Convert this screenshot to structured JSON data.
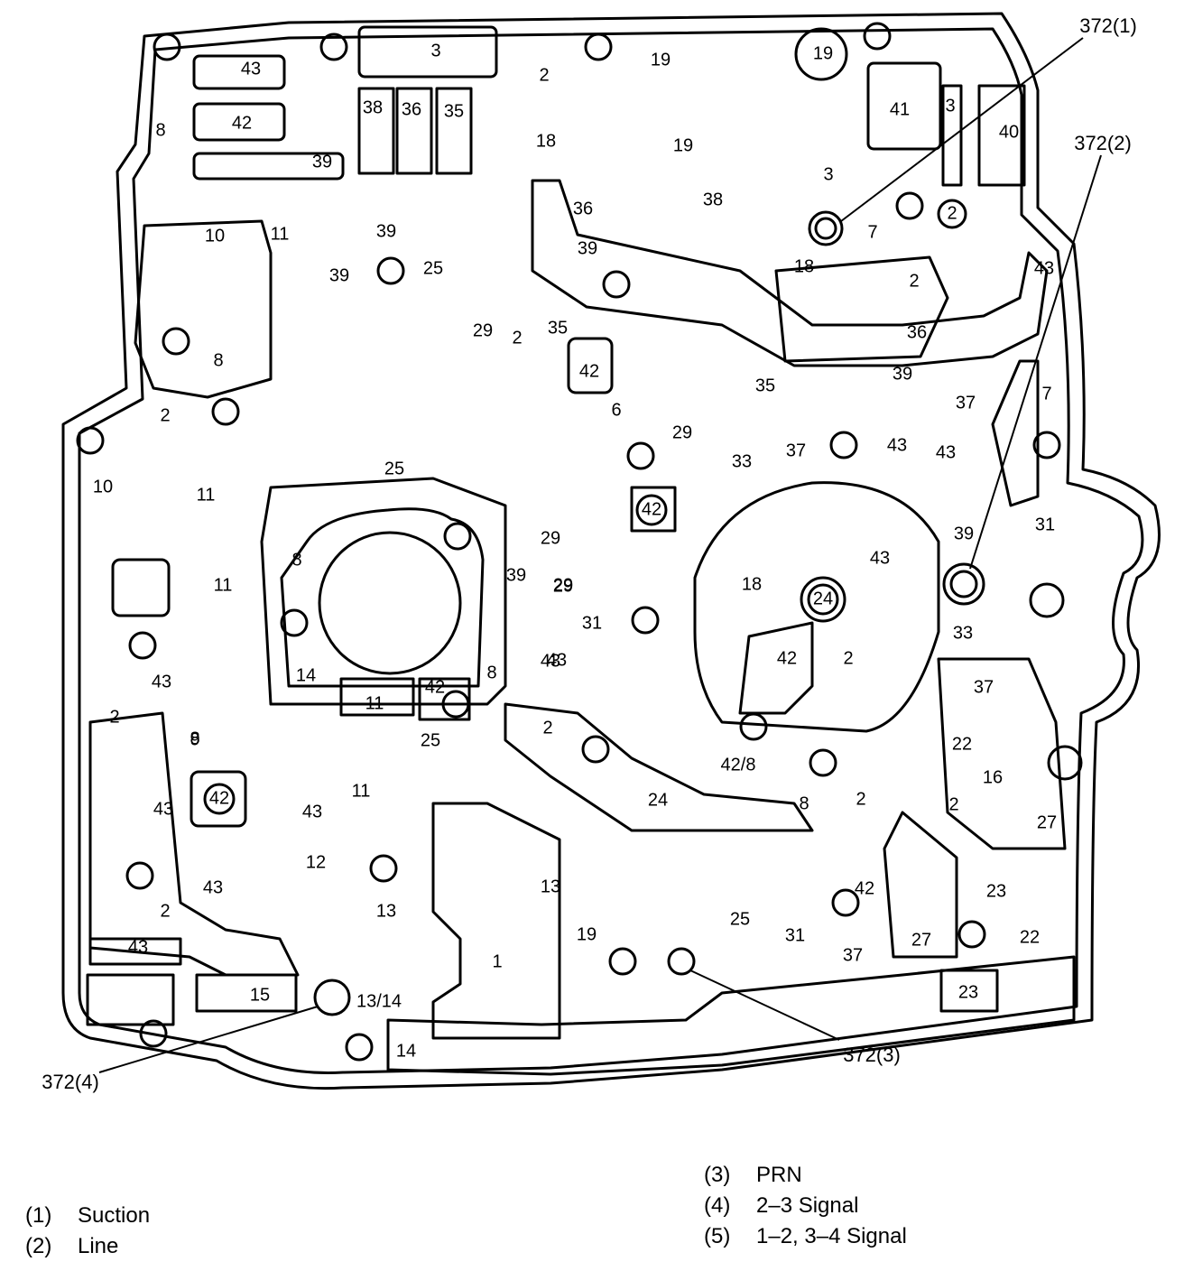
{
  "diagram": {
    "passage_labels": [
      "3",
      "2",
      "19",
      "19",
      "372(1)",
      "43",
      "42",
      "39",
      "38",
      "36",
      "35",
      "18",
      "41",
      "3",
      "40",
      "372(2)",
      "8",
      "19",
      "38",
      "3",
      "2",
      "10",
      "11",
      "39",
      "25",
      "39",
      "36",
      "39",
      "7",
      "18",
      "2",
      "43",
      "8",
      "29",
      "2",
      "35",
      "36",
      "39",
      "37",
      "7",
      "42",
      "6",
      "35",
      "29",
      "33",
      "37",
      "43",
      "43",
      "2",
      "10",
      "11",
      "25",
      "42",
      "29",
      "39",
      "31",
      "43",
      "29",
      "8",
      "39",
      "18",
      "24",
      "43",
      "29",
      "31",
      "43",
      "11",
      "8",
      "14",
      "11",
      "42",
      "8",
      "42",
      "2",
      "33",
      "37",
      "2",
      "22",
      "16",
      "2",
      "9",
      "25",
      "2",
      "42/8",
      "43",
      "42",
      "11",
      "43",
      "12",
      "24",
      "8",
      "2",
      "27",
      "13",
      "13",
      "19",
      "25",
      "31",
      "42",
      "23",
      "43",
      "2",
      "43",
      "43",
      "1",
      "37",
      "27",
      "22",
      "15",
      "13/14",
      "23",
      "14",
      "372(3)",
      "372(4)"
    ],
    "legend": [
      {
        "num": "(1)",
        "text": "Suction"
      },
      {
        "num": "(2)",
        "text": "Line"
      },
      {
        "num": "(3)",
        "text": "PRN"
      },
      {
        "num": "(4)",
        "text": "2–3 Signal"
      },
      {
        "num": "(5)",
        "text": "1–2, 3–4 Signal"
      }
    ]
  }
}
